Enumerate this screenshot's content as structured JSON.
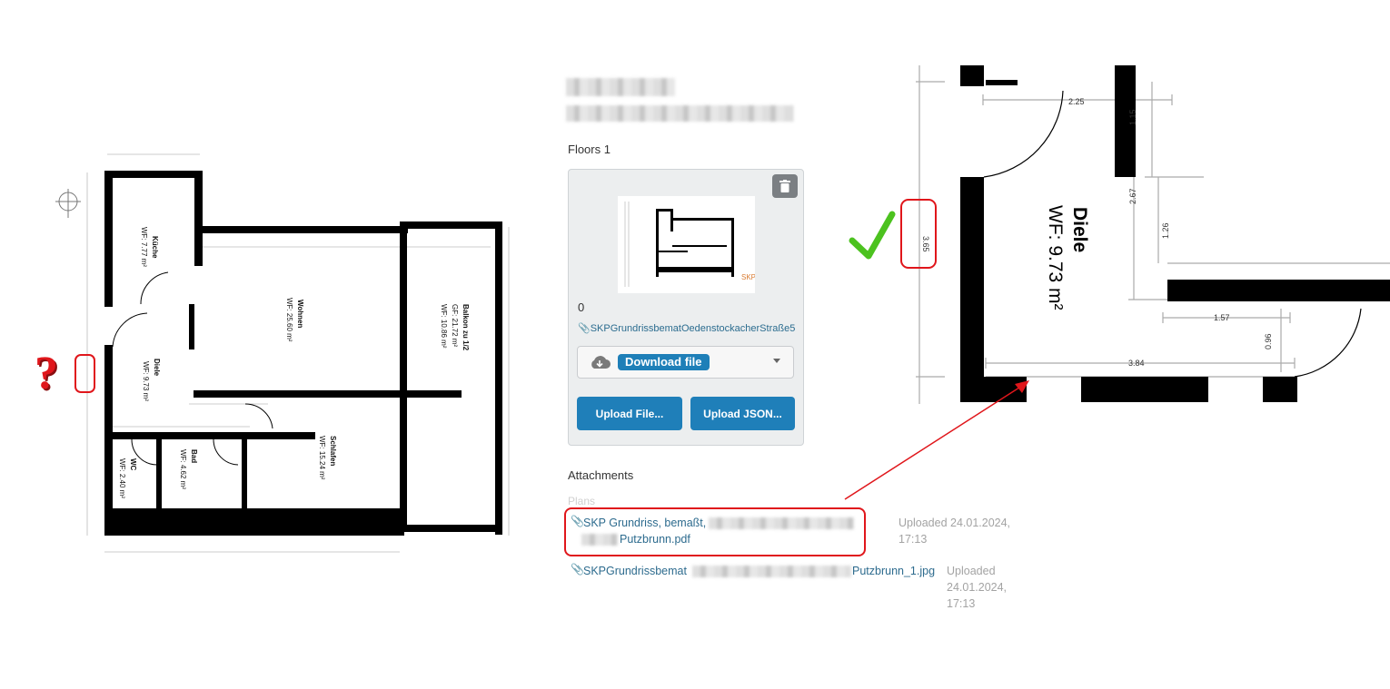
{
  "left_plan": {
    "rooms": [
      {
        "name": "Küche",
        "area": "WF: 7.77 m²"
      },
      {
        "name": "Wohnen",
        "area": "WF: 25.60 m²"
      },
      {
        "name": "Balkon zu 1/2",
        "area": "GF: 21.72 m²",
        "area2": "WF: 10.86 m²"
      },
      {
        "name": "Diele",
        "area": "WF: 9.73 m²"
      },
      {
        "name": "WC",
        "area": "WF: 2.40 m²"
      },
      {
        "name": "Bad",
        "area": "WF: 4.62 m²"
      },
      {
        "name": "Schlafen",
        "area": "WF: 15.24 m²"
      }
    ],
    "question_mark": "?"
  },
  "floors": {
    "heading": "Floors 1",
    "count": "0",
    "file_name": "SKPGrundrissbematOedenstockacherStraße5",
    "download_label": "Download file",
    "upload_file_label": "Upload File...",
    "upload_json_label": "Upload JSON...",
    "thumb_logo": "SKP"
  },
  "attachments": {
    "heading": "Attachments",
    "group": "Plans",
    "items": [
      {
        "name_start": "SKP Grundriss, bemaßt,",
        "name_end": "Putzbrunn.pdf",
        "uploaded": "Uploaded 24.01.2024,",
        "time": "17:13"
      },
      {
        "name_start": "SKPGrundrissbemat",
        "name_end": "Putzbrunn_1.jpg",
        "uploaded": "Uploaded",
        "date": "24.01.2024,",
        "time": "17:13"
      }
    ]
  },
  "right_plan": {
    "room": "Diele",
    "area": "WF: 9.73 m²",
    "dims": {
      "d225": "2.25",
      "d115": "1.15",
      "d267": "2.67",
      "d126": "1.26",
      "d365": "3.65",
      "d157": "1.57",
      "d096": "0.96",
      "d384": "3.84"
    }
  },
  "colors": {
    "accent": "#1f7fb9",
    "link": "#2d6b8e",
    "annotation_red": "#e0161b",
    "check_green": "#4cc21f"
  },
  "icons": [
    "compass-icon",
    "question-mark-icon",
    "trash-icon",
    "paperclip-icon",
    "cloud-download-icon",
    "chevron-down-icon",
    "checkmark-icon"
  ]
}
